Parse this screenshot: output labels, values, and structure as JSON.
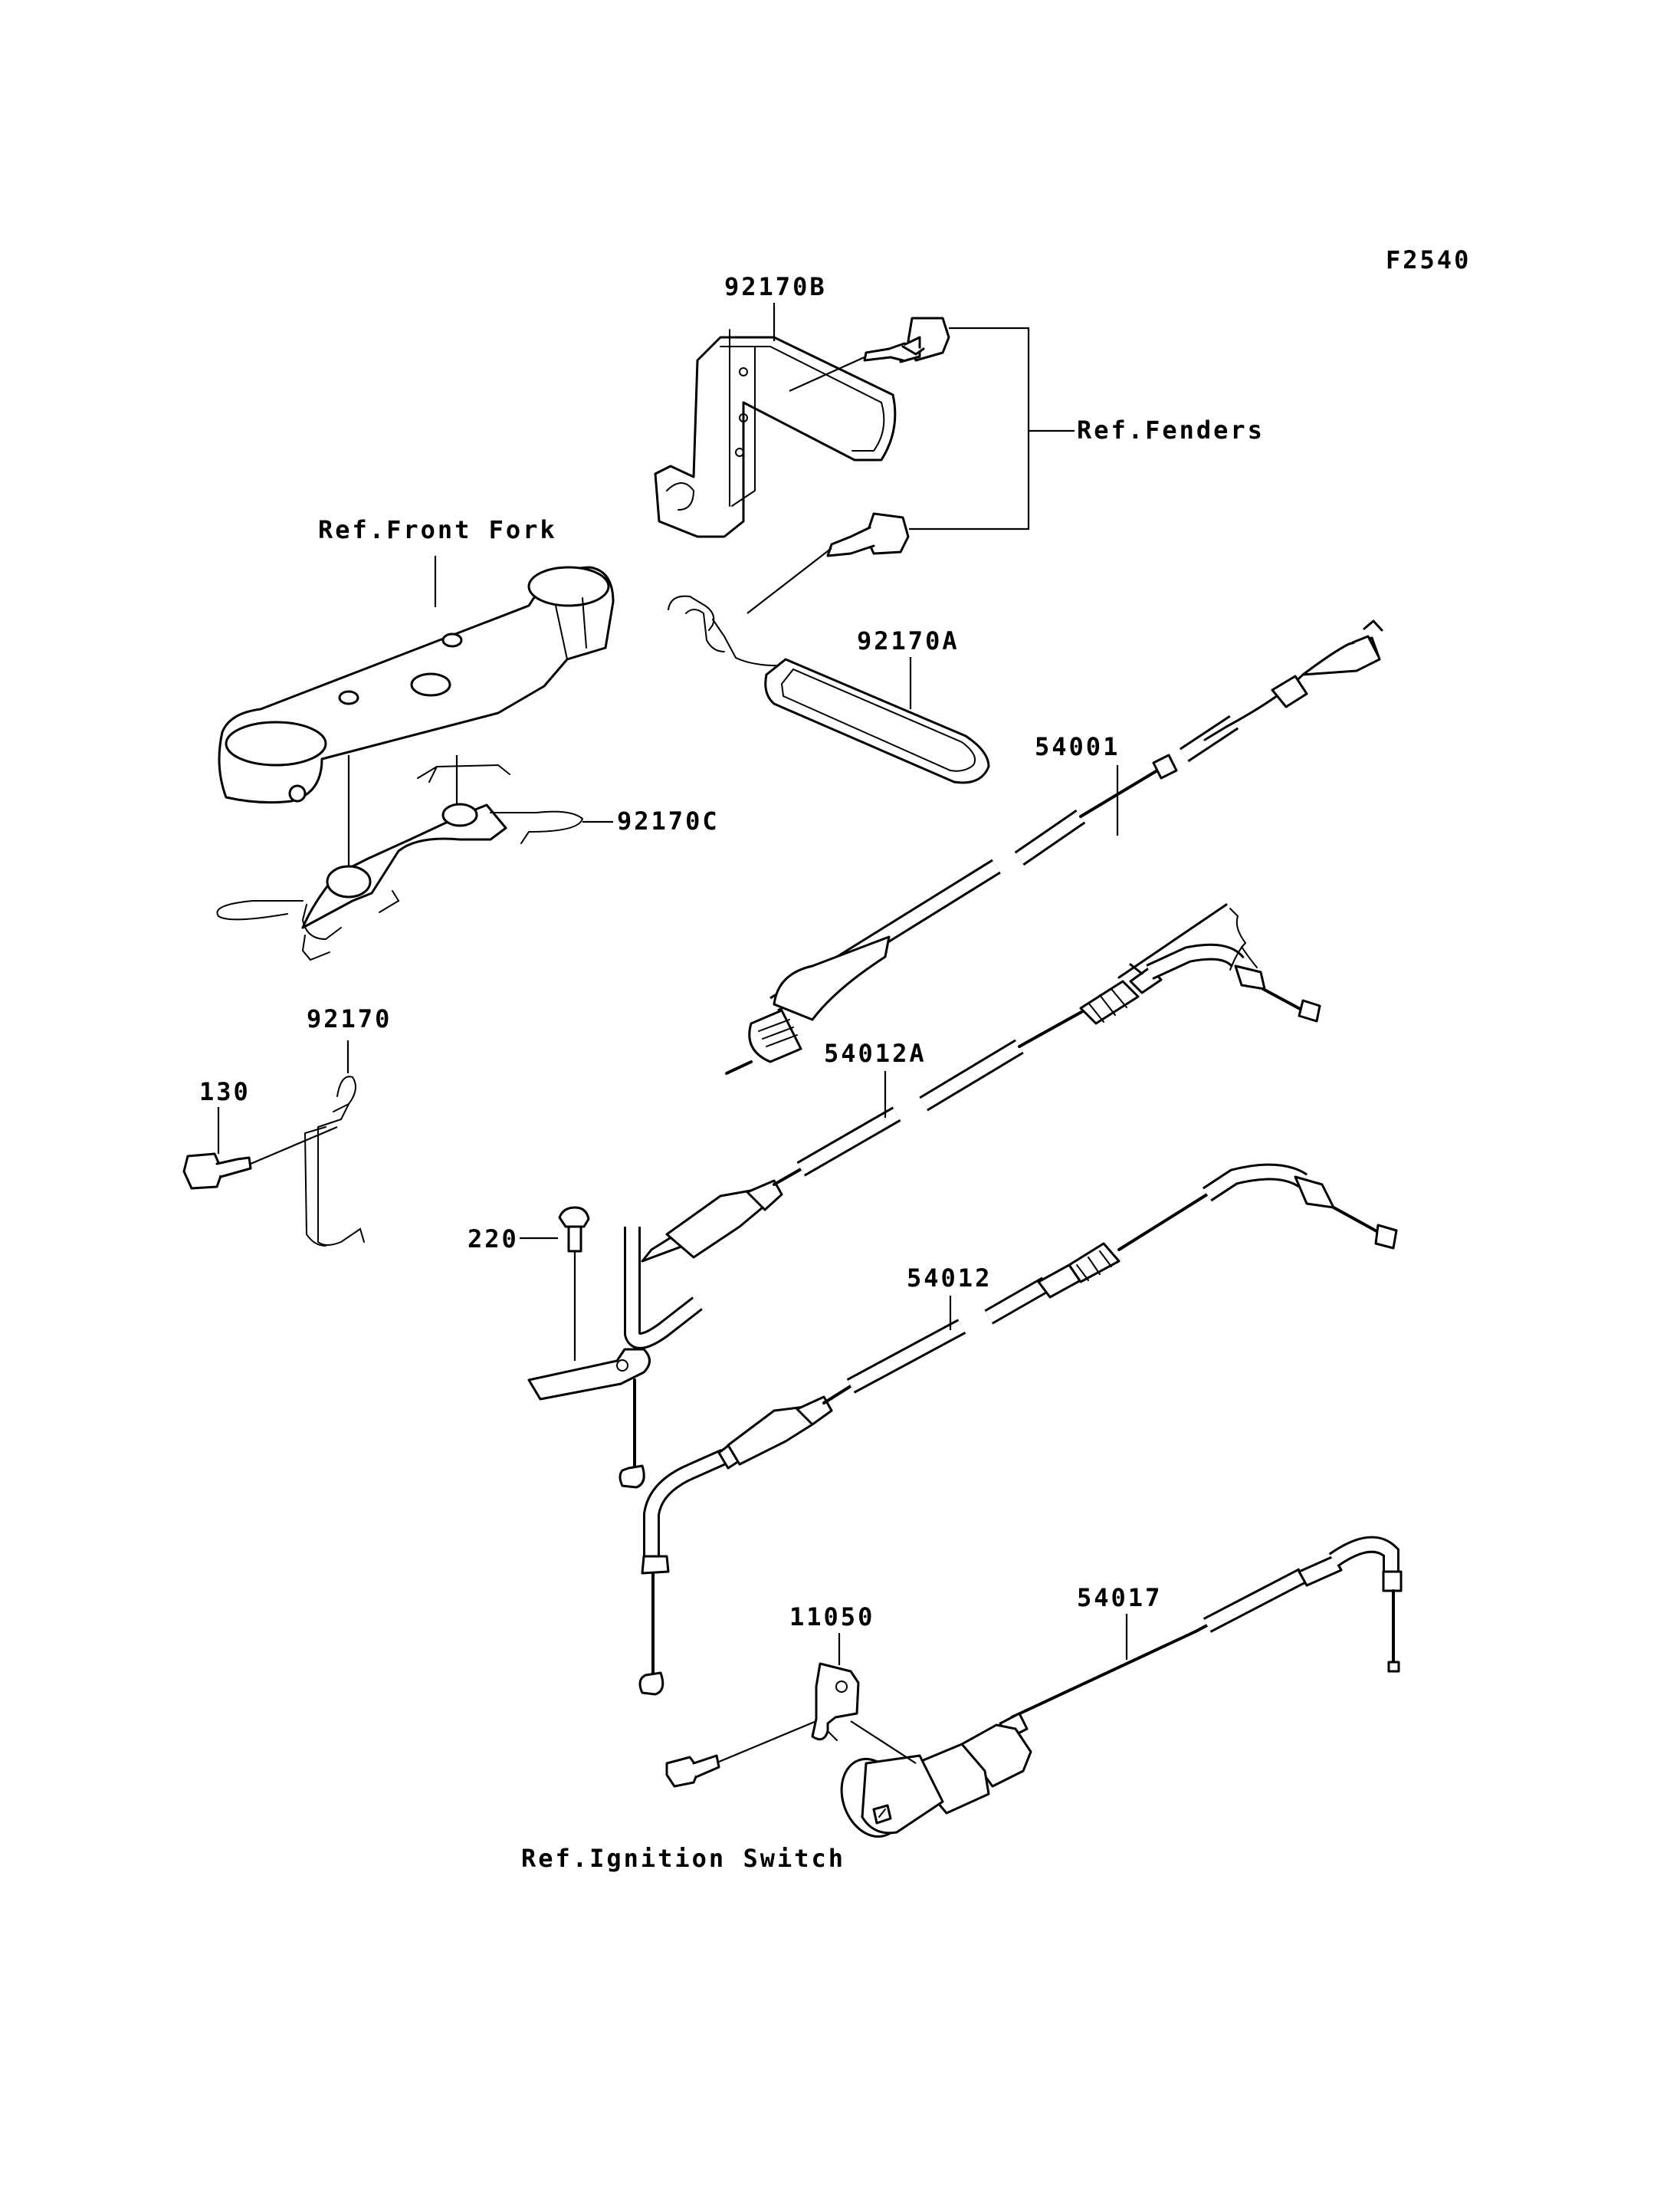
{
  "diagram": {
    "code": "F2540",
    "labels": {
      "bracket_b": "92170B",
      "ref_fenders": "Ref.Fenders",
      "ref_front_fork": "Ref.Front Fork",
      "bracket_a": "92170A",
      "speedo_cable": "54001",
      "bracket_c": "92170C",
      "clamp": "92170",
      "bolt_130": "130",
      "throttle_cable_a": "54012A",
      "screw_220": "220",
      "throttle_cable": "54012",
      "holder_11050": "11050",
      "choke_cable": "54017",
      "ref_ignition_switch": "Ref.Ignition Switch"
    }
  }
}
